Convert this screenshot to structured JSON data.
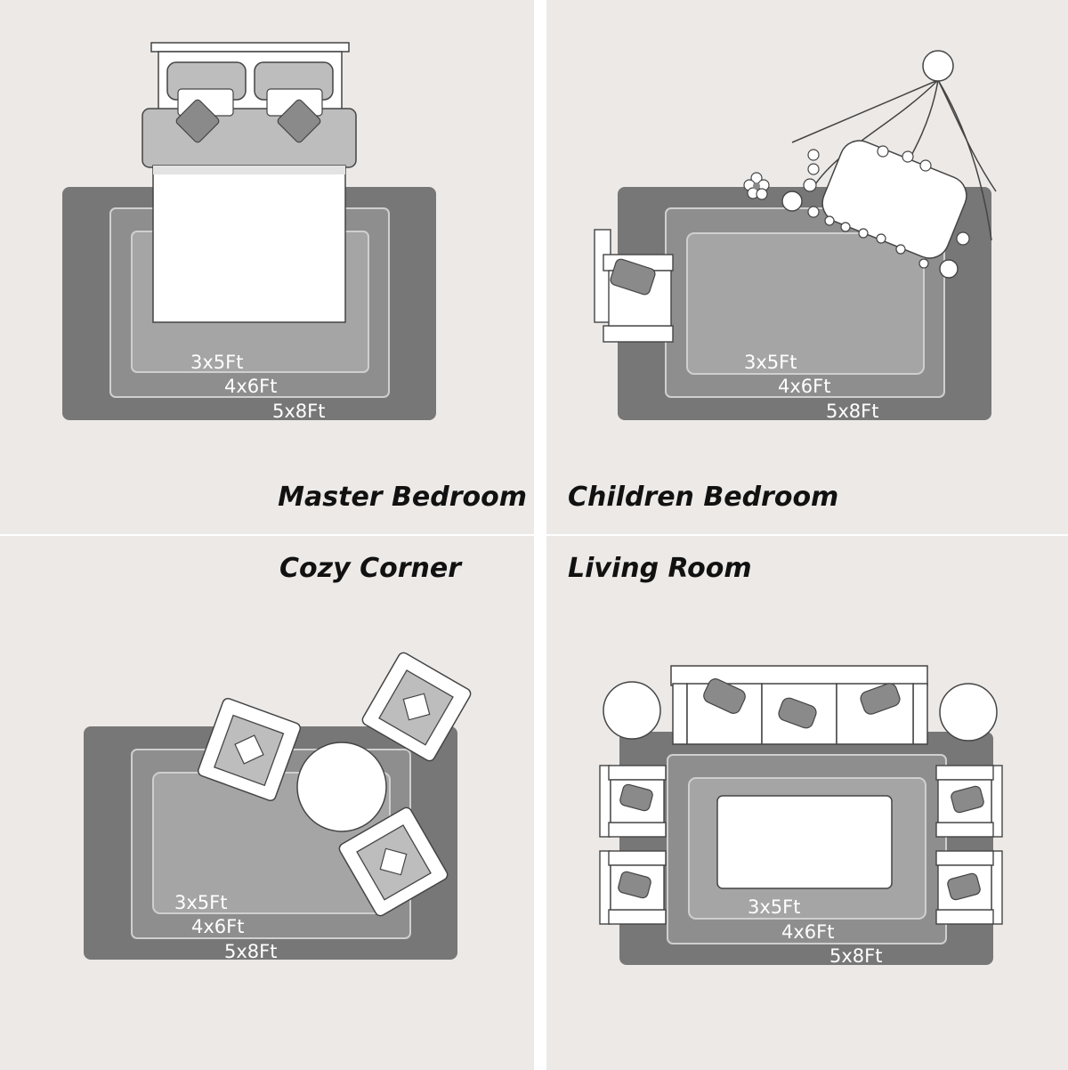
{
  "colors": {
    "background": "#ece9e7",
    "divider": "#ffffff",
    "rug_large": "#777777",
    "rug_medium": "#8e8e8e",
    "rug_small": "#a5a5a5",
    "rug_border": "#cfcfcf",
    "furniture_fill": "#ffffff",
    "furniture_shade": "#bdbdbd",
    "pillow": "#8a8a8a",
    "outline": "#444444",
    "caption_text": "#111111",
    "size_label_text": "#ffffff"
  },
  "panels": [
    {
      "id": "master-bedroom",
      "caption": "Master Bedroom",
      "size_labels": [
        "3x5Ft",
        "4x6Ft",
        "5x8Ft"
      ],
      "furniture": [
        "bed-icon",
        "pillow-icon",
        "pillow-icon"
      ]
    },
    {
      "id": "children-bedroom",
      "caption": "Children Bedroom",
      "size_labels": [
        "3x5Ft",
        "4x6Ft",
        "5x8Ft"
      ],
      "furniture": [
        "canopy-bed-icon",
        "armchair-icon",
        "flower-icon"
      ]
    },
    {
      "id": "cozy-corner",
      "caption": "Cozy Corner",
      "size_labels": [
        "3x5Ft",
        "4x6Ft",
        "5x8Ft"
      ],
      "furniture": [
        "armchair-icon",
        "armchair-icon",
        "armchair-icon",
        "round-table-icon"
      ]
    },
    {
      "id": "living-room",
      "caption": "Living Room",
      "size_labels": [
        "3x5Ft",
        "4x6Ft",
        "5x8Ft"
      ],
      "furniture": [
        "sofa-icon",
        "armchair-icon",
        "armchair-icon",
        "armchair-icon",
        "armchair-icon",
        "coffee-table-icon",
        "side-table-icon",
        "side-table-icon"
      ]
    }
  ]
}
